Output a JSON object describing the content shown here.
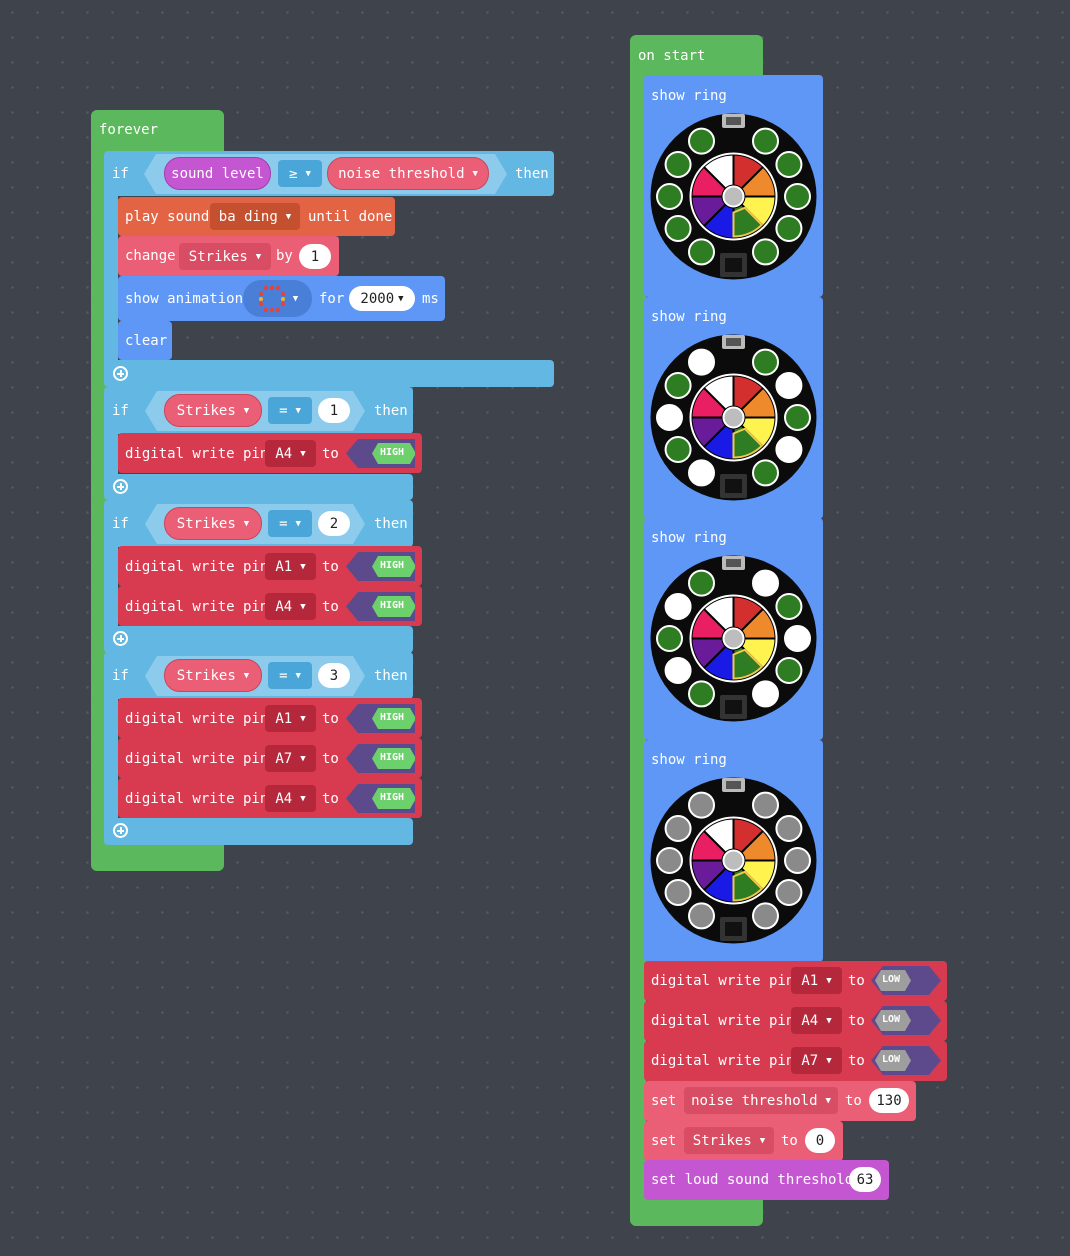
{
  "forever": {
    "label": "forever",
    "if_sound": {
      "if_label": "if",
      "sound_level": "sound level",
      "operator": "≥",
      "threshold_var": "noise threshold",
      "then_label": "then",
      "play_sound": {
        "label": "play sound",
        "sound": "ba ding",
        "until": "until done"
      },
      "change": {
        "label": "change",
        "var": "Strikes",
        "by": "by",
        "amount": "1"
      },
      "show_animation": {
        "label": "show animation",
        "for": "for",
        "duration": "2000",
        "unit": "ms"
      },
      "clear": "clear"
    },
    "if_blocks": [
      {
        "if_label": "if",
        "var": "Strikes",
        "operator": "=",
        "value": "1",
        "then_label": "then",
        "writes": [
          {
            "label": "digital write pin",
            "pin": "A4",
            "to": "to",
            "level": "HIGH"
          }
        ]
      },
      {
        "if_label": "if",
        "var": "Strikes",
        "operator": "=",
        "value": "2",
        "then_label": "then",
        "writes": [
          {
            "label": "digital write pin",
            "pin": "A1",
            "to": "to",
            "level": "HIGH"
          },
          {
            "label": "digital write pin",
            "pin": "A4",
            "to": "to",
            "level": "HIGH"
          }
        ]
      },
      {
        "if_label": "if",
        "var": "Strikes",
        "operator": "=",
        "value": "3",
        "then_label": "then",
        "writes": [
          {
            "label": "digital write pin",
            "pin": "A1",
            "to": "to",
            "level": "HIGH"
          },
          {
            "label": "digital write pin",
            "pin": "A7",
            "to": "to",
            "level": "HIGH"
          },
          {
            "label": "digital write pin",
            "pin": "A4",
            "to": "to",
            "level": "HIGH"
          }
        ]
      }
    ]
  },
  "on_start": {
    "label": "on start",
    "show_rings": [
      {
        "label": "show ring",
        "leds": [
          "green",
          "green",
          "green",
          "green",
          "green",
          "green",
          "green",
          "green",
          "green",
          "green"
        ]
      },
      {
        "label": "show ring",
        "leds": [
          "green",
          "white",
          "green",
          "white",
          "green",
          "white",
          "green",
          "white",
          "green",
          "white"
        ]
      },
      {
        "label": "show ring",
        "leds": [
          "white",
          "green",
          "white",
          "green",
          "white",
          "green",
          "white",
          "green",
          "white",
          "green"
        ]
      },
      {
        "label": "show ring",
        "leds": [
          "gray",
          "gray",
          "gray",
          "gray",
          "gray",
          "gray",
          "gray",
          "gray",
          "gray",
          "gray"
        ]
      }
    ],
    "writes": [
      {
        "label": "digital write pin",
        "pin": "A1",
        "to": "to",
        "level": "LOW"
      },
      {
        "label": "digital write pin",
        "pin": "A4",
        "to": "to",
        "level": "LOW"
      },
      {
        "label": "digital write pin",
        "pin": "A7",
        "to": "to",
        "level": "LOW"
      }
    ],
    "set_noise": {
      "label": "set",
      "var": "noise threshold",
      "to": "to",
      "value": "130"
    },
    "set_strikes": {
      "label": "set",
      "var": "Strikes",
      "to": "to",
      "value": "0"
    },
    "set_loud": {
      "label": "set loud sound threshold",
      "value": "63"
    }
  },
  "colors": {
    "led_green": "#2e7d22",
    "led_white": "#ffffff",
    "led_gray": "#8a8a8a",
    "high": "#6cd06c",
    "low": "#9e9e9e",
    "wedges": [
      "#d32f2f",
      "#ef8a2c",
      "#fff44f",
      "#2f7d22",
      "#1a1ae6",
      "#6a1b9a",
      "#e91e63",
      "#ffffff"
    ]
  }
}
